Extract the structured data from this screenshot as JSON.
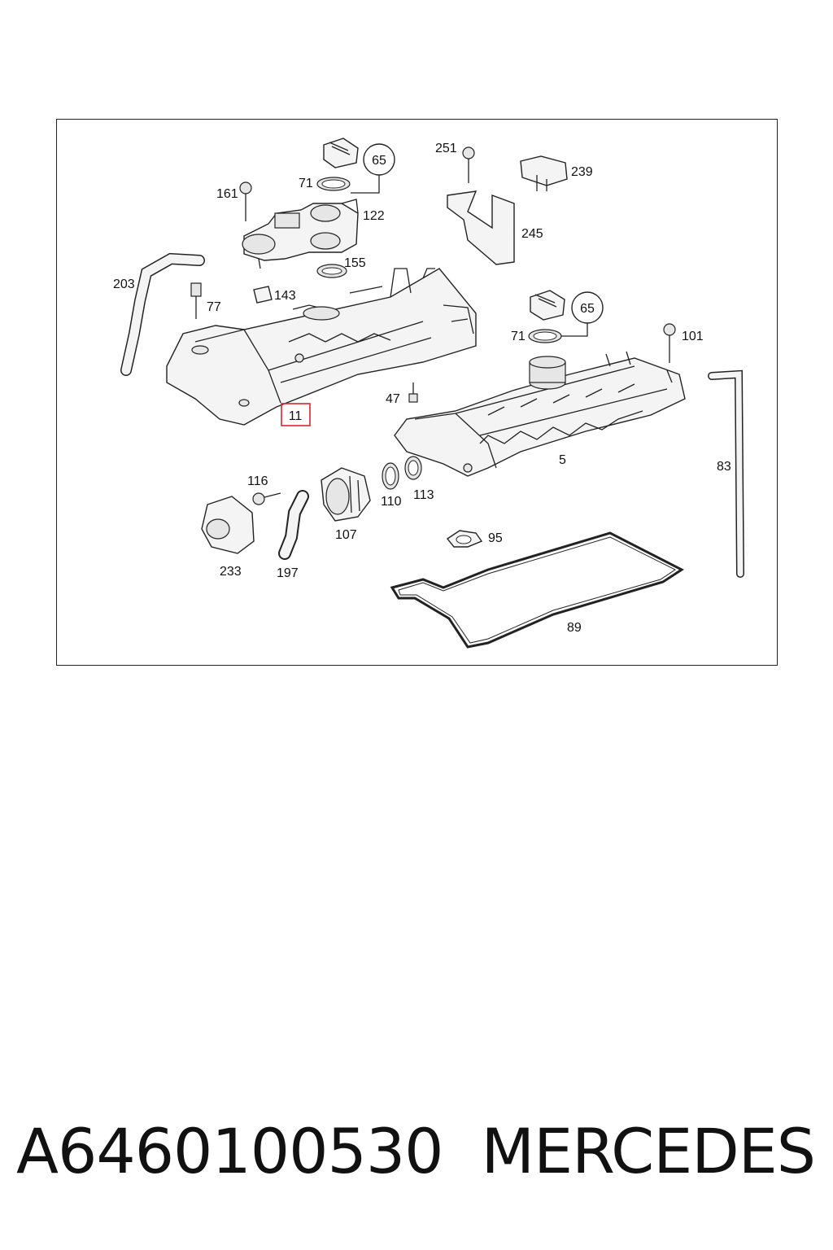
{
  "diagram": {
    "callouts": {
      "c5": "5",
      "c11": "11",
      "c47": "47",
      "c65a": "65",
      "c65b": "65",
      "c71a": "71",
      "c71b": "71",
      "c77": "77",
      "c83": "83",
      "c89": "89",
      "c95": "95",
      "c101": "101",
      "c107": "107",
      "c110": "110",
      "c113": "113",
      "c116": "116",
      "c122": "122",
      "c143": "143",
      "c155": "155",
      "c161": "161",
      "c197": "197",
      "c203": "203",
      "c233": "233",
      "c239": "239",
      "c245": "245",
      "c251": "251"
    },
    "highlight_color": "#d9262c"
  },
  "footer": {
    "part_number": "A6460100530",
    "brand": "MERCEDES"
  }
}
